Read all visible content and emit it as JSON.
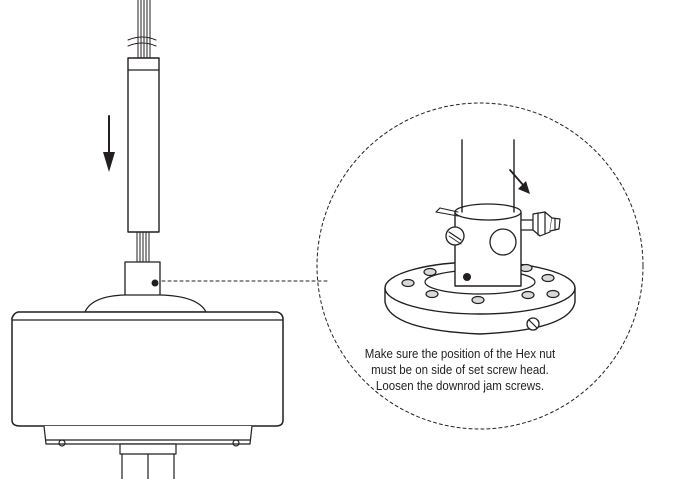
{
  "callout": {
    "caption_lines": [
      "Make sure the position of the Hex nut",
      "must be on side of set screw head.",
      "Loosen the downrod jam screws."
    ]
  },
  "colors": {
    "line": "#231f20",
    "fill": "#ffffff",
    "shade": "#d9d9d9"
  },
  "icons": {
    "direction_arrow": "arrow-down-icon",
    "detail_arrow": "arrow-down-right-icon"
  }
}
